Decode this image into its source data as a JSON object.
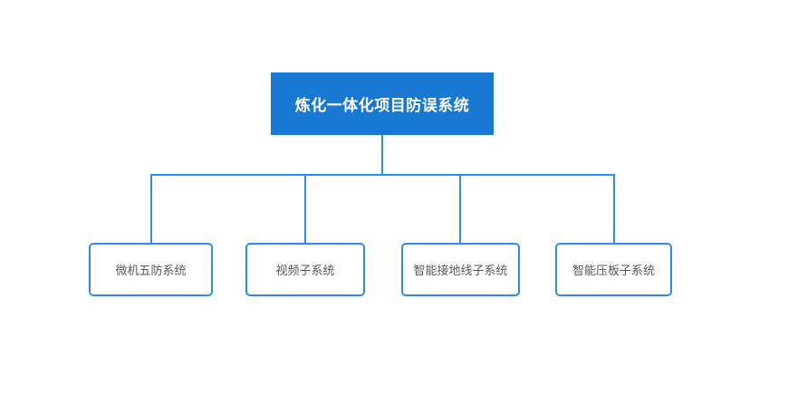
{
  "diagram": {
    "type": "org-chart",
    "root": {
      "label": "炼化一体化项目防误系统"
    },
    "children": [
      {
        "label": "微机五防系统"
      },
      {
        "label": "视频子系统"
      },
      {
        "label": "智能接地线子系统"
      },
      {
        "label": "智能压板子系统"
      }
    ],
    "colors": {
      "root_fill": "#1878d2",
      "root_text": "#ffffff",
      "connector_line": "#2d8cf0",
      "child_border": "#2d8cf0",
      "child_text": "#595959",
      "background": "#ffffff"
    }
  }
}
